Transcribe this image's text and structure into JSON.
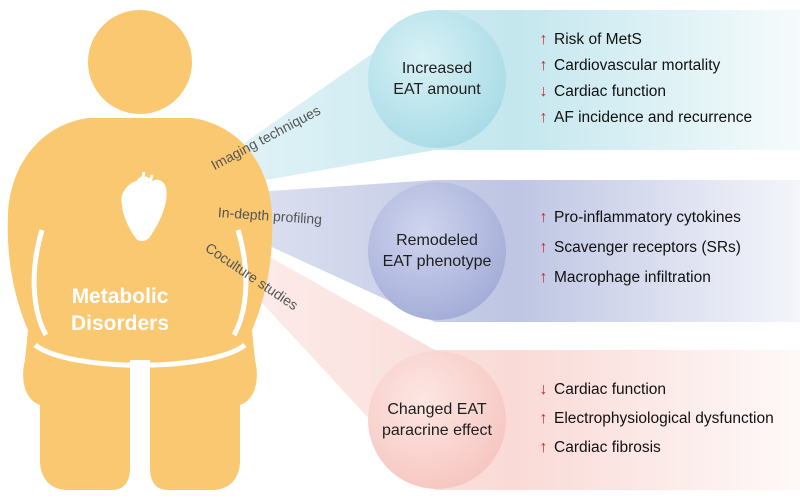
{
  "body_label": [
    "Metabolic",
    "Disorders"
  ],
  "methods": [
    "Imaging techniques",
    "In-depth profiling",
    "Coculture studies"
  ],
  "panels": [
    {
      "title": [
        "Increased",
        "EAT amount"
      ],
      "color": "#bde4ec",
      "effects": [
        {
          "dir": "up",
          "text": "Risk of MetS"
        },
        {
          "dir": "up",
          "text": "Cardiovascular mortality"
        },
        {
          "dir": "down",
          "text": "Cardiac function"
        },
        {
          "dir": "up",
          "text": "AF incidence and recurrence"
        }
      ]
    },
    {
      "title": [
        "Remodeled",
        "EAT phenotype"
      ],
      "color": "#b7bfe0",
      "effects": [
        {
          "dir": "up",
          "text": "Pro-inflammatory cytokines"
        },
        {
          "dir": "up",
          "text": "Scavenger receptors (SRs)"
        },
        {
          "dir": "up",
          "text": "Macrophage infiltration"
        }
      ]
    },
    {
      "title": [
        "Changed EAT",
        "paracrine effect"
      ],
      "color": "#f9d6d2",
      "effects": [
        {
          "dir": "down",
          "text": "Cardiac function"
        },
        {
          "dir": "up",
          "text": "Electrophysiological dysfunction"
        },
        {
          "dir": "up",
          "text": "Cardiac fibrosis"
        }
      ]
    }
  ],
  "colors": {
    "body": "#f9c871",
    "arrow": "#d42020"
  }
}
